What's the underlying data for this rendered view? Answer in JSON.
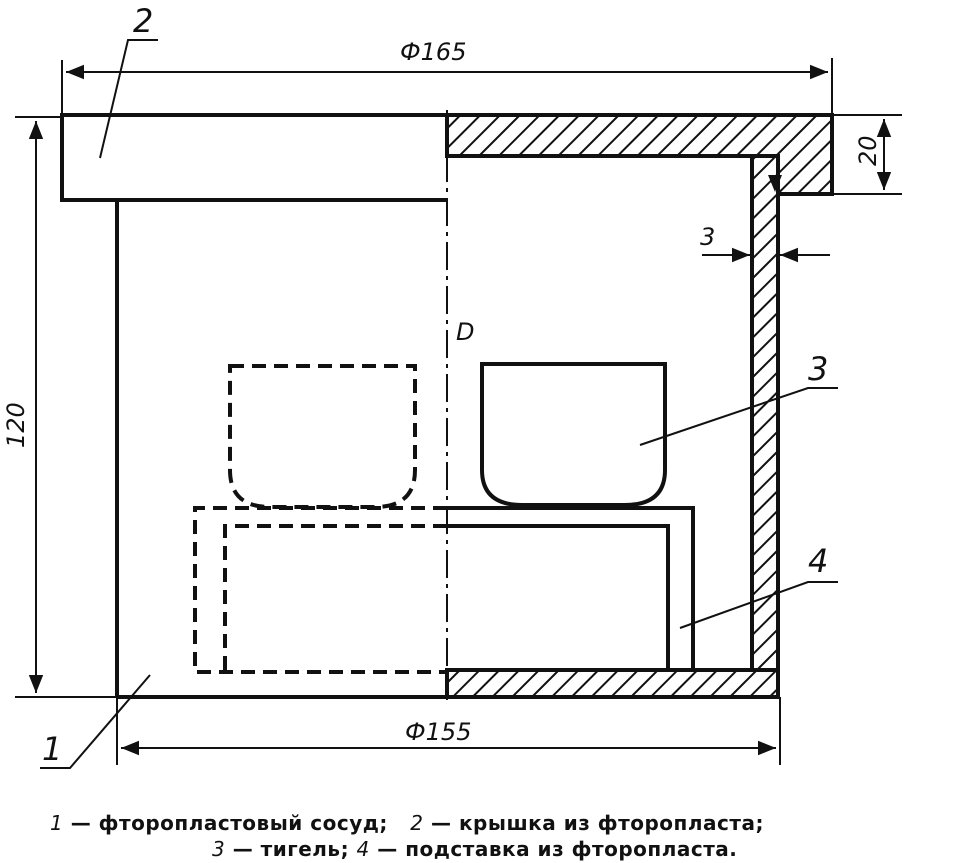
{
  "dimensions": {
    "outer_diameter": "Ф165",
    "inner_diameter": "Ф155",
    "height": "120",
    "lid_thickness": "20",
    "wall_thickness": "3"
  },
  "callouts": {
    "vessel": "1",
    "lid": "2",
    "crucible": "3",
    "stand": "4",
    "centerline_symbol": "D"
  },
  "legend": {
    "item1_num": "1",
    "item1_text": "— фторопластовый   сосуд;",
    "item2_num": "2",
    "item2_text": "— крышка  из  фторопласта;",
    "item3_num": "3",
    "item3_text": "— тигель;",
    "item4_num": "4",
    "item4_text": "— подставка из фторопласта."
  }
}
